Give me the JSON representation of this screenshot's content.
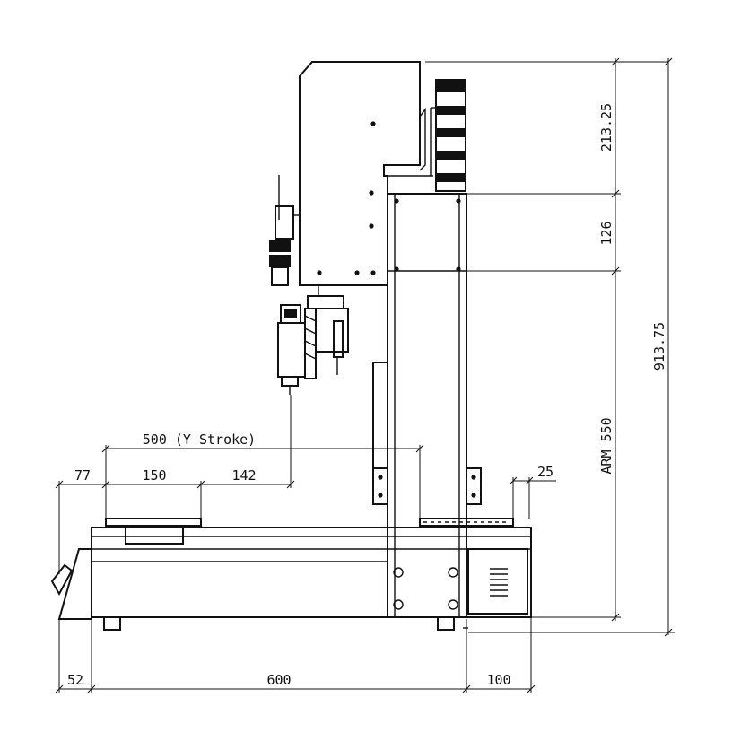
{
  "dimensions": {
    "arm_top": "213.25",
    "arm_mid": "126",
    "arm_length": "ARM 550",
    "total_height": "913.75",
    "y_stroke": "500 (Y Stroke)",
    "left_offset": "77",
    "fixture_width": "150",
    "tool_offset": "142",
    "right_offset": "25",
    "left_overhang": "52",
    "base_length": "600",
    "rear_depth": "100"
  },
  "colors": {
    "line": "#111111",
    "background": "#ffffff"
  }
}
